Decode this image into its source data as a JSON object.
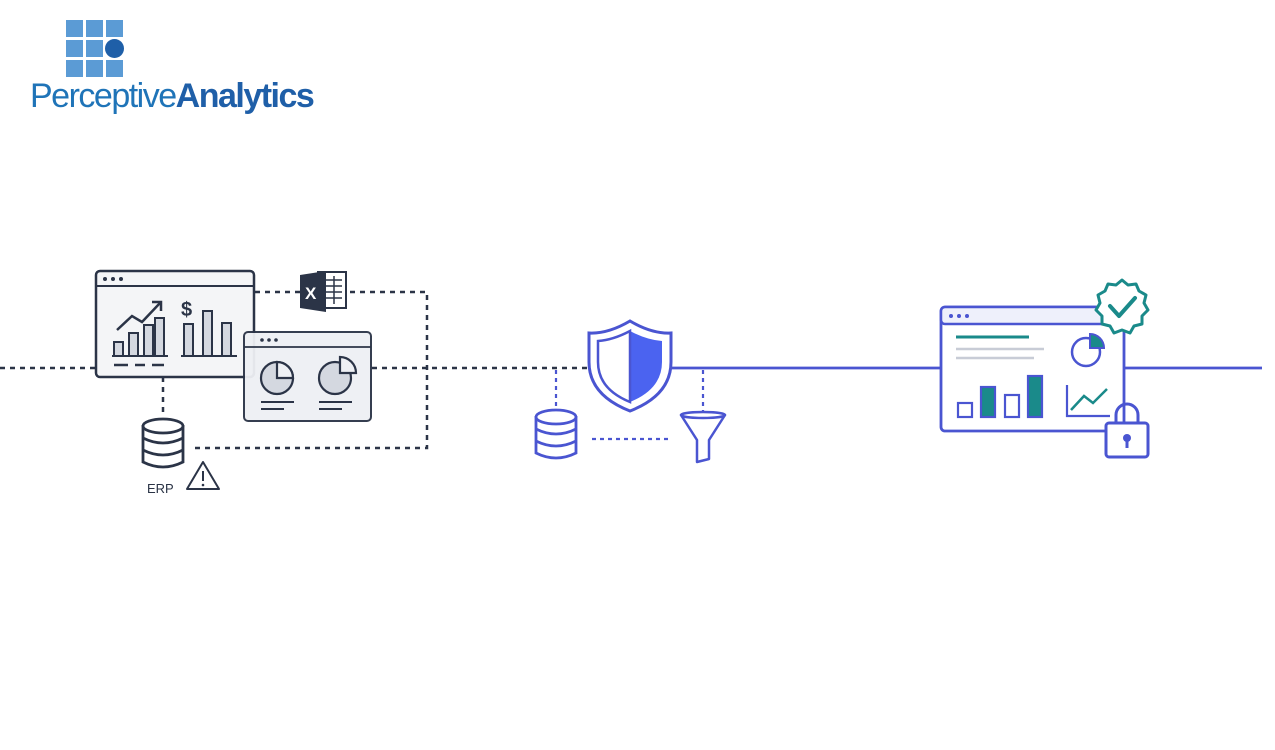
{
  "brand": {
    "name_light": "Perceptive",
    "name_bold": "Analytics",
    "color_light": "#1f74b8",
    "color_bold": "#1f5fa8",
    "mark_color": "#5b9bd5"
  },
  "diagram": {
    "source_label": "ERP",
    "colors": {
      "legacy": "#2b3447",
      "panel_fill": "#eef0f4",
      "bar_fill": "#d4d8e0",
      "governance": "#4a55d1",
      "shield_fill": "#4b63f0",
      "accent": "#1a8a8a"
    },
    "icons": [
      "legacy-dashboard-window-icon",
      "trend-arrow-icon",
      "dollar-icon",
      "excel-file-icon",
      "pie-report-window-icon",
      "erp-database-icon",
      "warning-icon",
      "security-shield-icon",
      "clean-database-icon",
      "filter-funnel-icon",
      "governed-dashboard-window-icon",
      "verified-badge-icon",
      "lock-icon"
    ]
  }
}
